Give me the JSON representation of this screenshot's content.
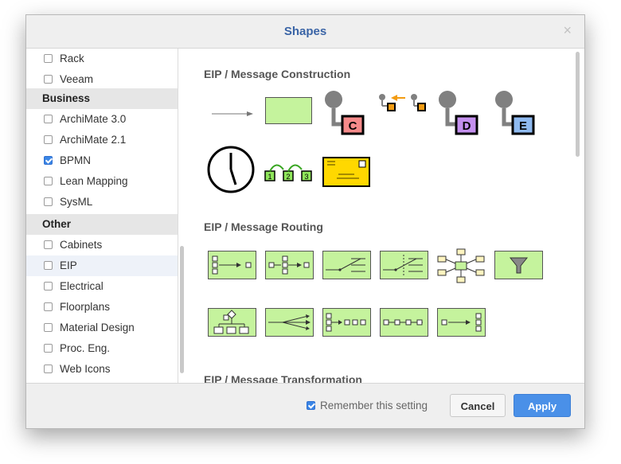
{
  "dialog": {
    "title": "Shapes",
    "close_icon": "×"
  },
  "sidebar": {
    "rows": [
      {
        "type": "item",
        "label": "Rack",
        "checked": false
      },
      {
        "type": "item",
        "label": "Veeam",
        "checked": false
      },
      {
        "type": "group",
        "label": "Business"
      },
      {
        "type": "item",
        "label": "ArchiMate 3.0",
        "checked": false
      },
      {
        "type": "item",
        "label": "ArchiMate 2.1",
        "checked": false
      },
      {
        "type": "item",
        "label": "BPMN",
        "checked": true
      },
      {
        "type": "item",
        "label": "Lean Mapping",
        "checked": false
      },
      {
        "type": "item",
        "label": "SysML",
        "checked": false
      },
      {
        "type": "group",
        "label": "Other"
      },
      {
        "type": "item",
        "label": "Cabinets",
        "checked": false
      },
      {
        "type": "item",
        "label": "EIP",
        "checked": false,
        "highlighted": true
      },
      {
        "type": "item",
        "label": "Electrical",
        "checked": false
      },
      {
        "type": "item",
        "label": "Floorplans",
        "checked": false
      },
      {
        "type": "item",
        "label": "Material Design",
        "checked": false
      },
      {
        "type": "item",
        "label": "Proc. Eng.",
        "checked": false
      },
      {
        "type": "item",
        "label": "Web Icons",
        "checked": false
      }
    ]
  },
  "sections": {
    "construction": "EIP / Message Construction",
    "routing": "EIP / Message Routing",
    "transformation": "EIP / Message Transformation"
  },
  "shapes": {
    "letters": [
      "C",
      "D",
      "E"
    ],
    "step_numbers": [
      "1",
      "2",
      "3"
    ]
  },
  "colors": {
    "shape_green": "#c5f39d",
    "letter_c": "#f58a8a",
    "letter_d": "#c490ee",
    "letter_e": "#8fbaf0",
    "envelope": "#ffd800",
    "arrow_orange": "#f39c12",
    "accent_blue": "#4a90e8"
  },
  "footer": {
    "remember_label": "Remember this setting",
    "remember_checked": true,
    "cancel_label": "Cancel",
    "apply_label": "Apply"
  }
}
